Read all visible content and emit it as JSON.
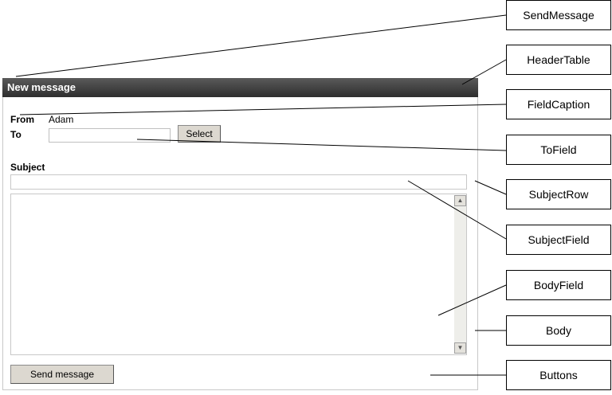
{
  "form": {
    "header_title": "New message",
    "from_caption": "From",
    "from_value": "Adam",
    "to_caption": "To",
    "to_value": "",
    "select_label": "Select",
    "subject_caption": "Subject",
    "subject_value": "",
    "body_value": "",
    "send_label": "Send message",
    "scroll_up_glyph": "▲",
    "scroll_down_glyph": "▼"
  },
  "callouts": [
    {
      "label": "SendMessage"
    },
    {
      "label": "HeaderTable"
    },
    {
      "label": "FieldCaption"
    },
    {
      "label": "ToField"
    },
    {
      "label": "SubjectRow"
    },
    {
      "label": "SubjectField"
    },
    {
      "label": "BodyField"
    },
    {
      "label": "Body"
    },
    {
      "label": "Buttons"
    }
  ],
  "colors": {
    "header_bg": "#3c3c3c",
    "header_text": "#ffffff",
    "button_bg": "#dcd8d0",
    "border": "#c8c8c8"
  }
}
